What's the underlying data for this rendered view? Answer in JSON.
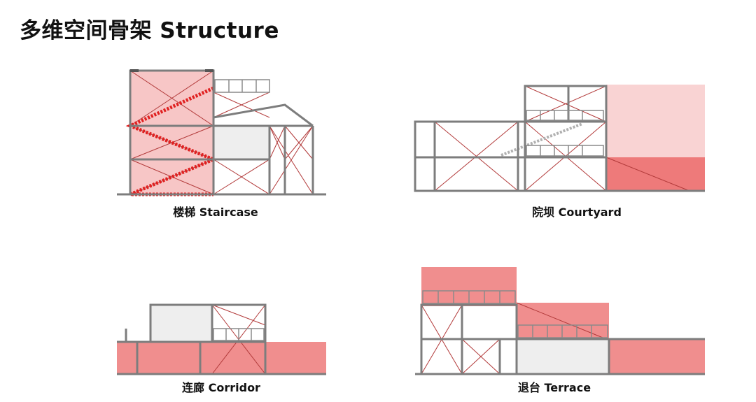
{
  "page": {
    "title": "多维空间骨架 Structure"
  },
  "colors": {
    "frame": "#7d7d7d",
    "brace": "#b23a3a",
    "accent_red": "#e02020",
    "fill_light": "#f7c6c6",
    "fill_pale": "#f9d3d3",
    "fill_mid": "#f08e8e",
    "fill_strong": "#ee7a7a",
    "fill_grey": "#eeeeee"
  },
  "panels": [
    {
      "id": "staircase",
      "caption": "楼梯 Staircase"
    },
    {
      "id": "courtyard",
      "caption": "院坝 Courtyard"
    },
    {
      "id": "corridor",
      "caption": "连廊 Corridor"
    },
    {
      "id": "terrace",
      "caption": "退台 Terrace"
    }
  ]
}
